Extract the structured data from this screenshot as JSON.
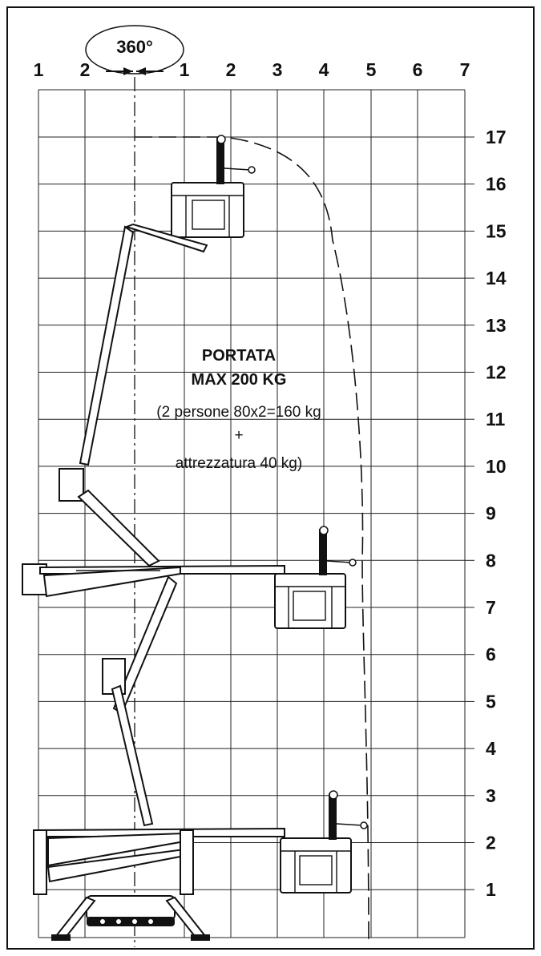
{
  "rotation_label": "360°",
  "x_labels_left": [
    "1",
    "2"
  ],
  "x_labels_right": [
    "1",
    "2",
    "3",
    "4",
    "5",
    "6",
    "7"
  ],
  "y_labels": [
    "17",
    "16",
    "15",
    "14",
    "13",
    "12",
    "11",
    "10",
    "9",
    "8",
    "7",
    "6",
    "5",
    "4",
    "3",
    "2",
    "1"
  ],
  "load": {
    "line1": "PORTATA",
    "line2": "MAX 200 KG",
    "line3": "(2 persone 80x2=160 kg",
    "line4": "+",
    "line5": "attrezzatura 40 kg)"
  }
}
